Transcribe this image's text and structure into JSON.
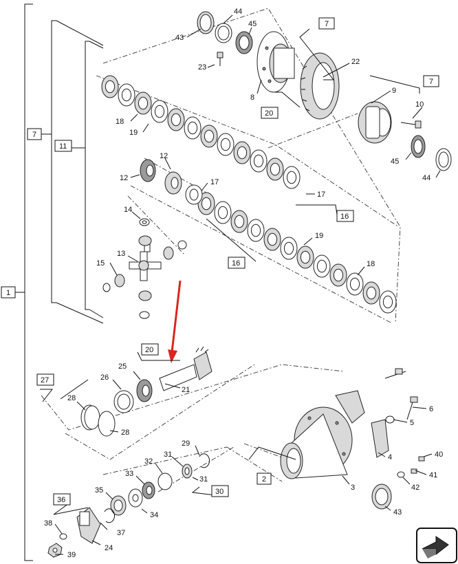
{
  "callouts": [
    "44",
    "43",
    "45",
    "23",
    "7",
    "22",
    "8",
    "20",
    "9",
    "10",
    "7",
    "45",
    "44",
    "18",
    "19",
    "12",
    "12",
    "17",
    "17",
    "16",
    "14",
    "13",
    "15",
    "16",
    "19",
    "18",
    "11",
    "7",
    "1",
    "20",
    "25",
    "26",
    "21",
    "27",
    "28",
    "28",
    "29",
    "31",
    "31",
    "32",
    "30",
    "33",
    "35",
    "34",
    "36",
    "38",
    "37",
    "24",
    "39",
    "2",
    "3",
    "6",
    "5",
    "4",
    "40",
    "41",
    "42",
    "43"
  ],
  "boxed_callouts": [
    "7",
    "20",
    "7",
    "16",
    "16",
    "11",
    "7",
    "1",
    "20",
    "27",
    "30",
    "36",
    "2"
  ],
  "indicator": {
    "color": "#d9261c",
    "icon": "red-arrow-indicator"
  },
  "nav_icon": "forward-arrow-icon"
}
